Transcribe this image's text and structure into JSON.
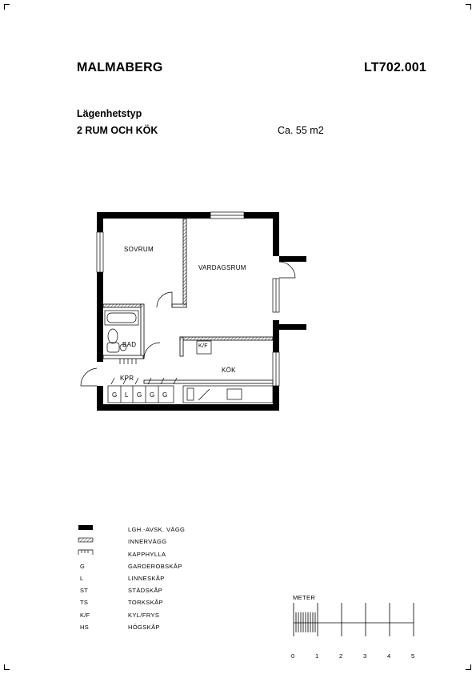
{
  "header": {
    "project": "MALMABERG",
    "code": "LT702.001",
    "type_label": "Lägenhetstyp",
    "apartment_type": "2 RUM OCH KÖK",
    "area": "Ca. 55 m2"
  },
  "plan": {
    "rooms": {
      "bedroom": "SOVRUM",
      "living": "VARDAGSRUM",
      "bath": "BAD",
      "kitchen": "KÖK",
      "closet": "KPR"
    },
    "cabinets": [
      "G",
      "L",
      "G",
      "G",
      "G"
    ],
    "fridge": "K/F"
  },
  "legend": [
    {
      "key": "",
      "symbol": "wall",
      "text": "LGH.-AVSK. VÄGG"
    },
    {
      "key": "",
      "symbol": "inner",
      "text": "INNERVÄGG"
    },
    {
      "key": "",
      "symbol": "shelf",
      "text": "KAPPHYLLA"
    },
    {
      "key": "G",
      "symbol": "",
      "text": "GARDEROBSKÅP"
    },
    {
      "key": "L",
      "symbol": "",
      "text": "LINNESKÅP"
    },
    {
      "key": "ST",
      "symbol": "",
      "text": "STÄDSKÅP"
    },
    {
      "key": "TS",
      "symbol": "",
      "text": "TORKSKÅP"
    },
    {
      "key": "K/F",
      "symbol": "",
      "text": "KYL/FRYS"
    },
    {
      "key": "HS",
      "symbol": "",
      "text": "HÖGSKÅP"
    }
  ],
  "scale": {
    "label": "METER",
    "ticks": [
      "0",
      "1",
      "2",
      "3",
      "4",
      "5"
    ]
  }
}
